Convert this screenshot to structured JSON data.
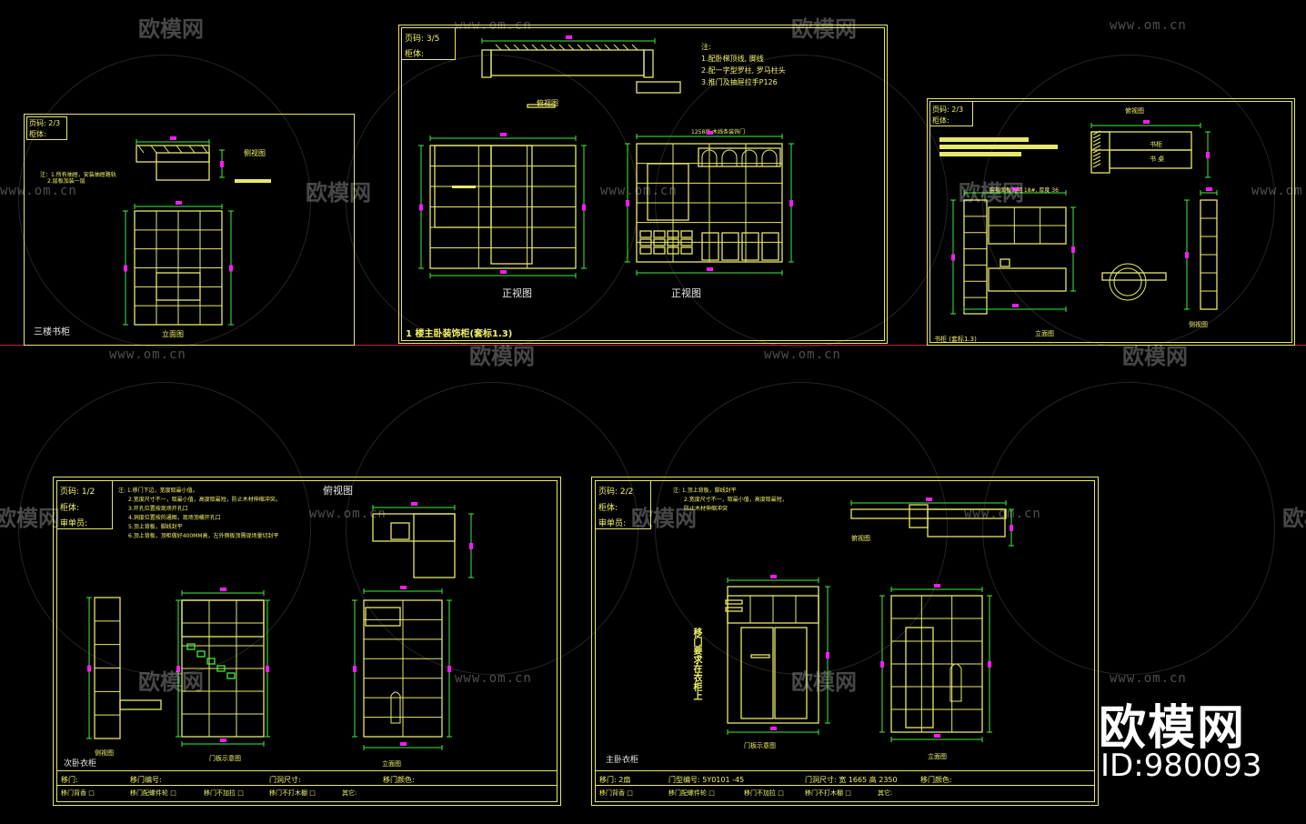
{
  "watermark": {
    "brand": "欧模网",
    "url": "www.om.cn"
  },
  "id_badge": {
    "logo": "欧模网",
    "id": "ID:980093"
  },
  "sheets": {
    "s1": {
      "page": "页码: 2/3",
      "material": "柜体:",
      "note1": "注：1.所有抽屉，安装抽屉路轨",
      "note2": "2.层板加装一层",
      "side_label": "侧视图",
      "front_label": "立面图",
      "title": "三楼书柜"
    },
    "s2": {
      "page": "页码: 3/5",
      "material": "柜体:",
      "notes": [
        "注:",
        "1.配卧梯顶线, 脚线",
        "2.配一字型罗柱, 罗马柱头",
        "3.推门及抽屉拉手P126"
      ],
      "top_label": "俯视图",
      "dim_note": "1258高 木线条装饰门",
      "front1": "正视图",
      "front2": "正视图",
      "title": "1 楼主卧装饰柜(套标1.3)"
    },
    "s3": {
      "page": "页码: 2/3",
      "material": "柜体:",
      "top_label": "俯视图",
      "text1": "书柜",
      "text2": "书 桌",
      "mid_note": "套板面板说明 18#, 厚度 36",
      "side_label": "侧视图",
      "front_label": "立面图",
      "title": "书柜 (套标1.3)"
    },
    "s4": {
      "page": "页码: 1/2",
      "material": "柜体:",
      "reviewer": "审单员:",
      "heading": "俯视图",
      "notes": [
        "注: 1.移门下边，宽度取最小值。",
        "2.宽度尺寸不一，取最小值，高度取最短，防止木材伸缩冲突。",
        "3.开孔位置按现场开孔口",
        "4.洞度位置按的通图，现场顶横开孔口",
        "5.顶上背板，脚线封平",
        "6.顶上背板，顶柜做好400MM高，左外侧板顶需现场量切封平"
      ],
      "side_label": "侧视图",
      "door_label": "门板示意图",
      "front_label": "立面图",
      "caption": "次卧衣柜",
      "footer": {
        "r1": [
          "移门:",
          "移门编号:",
          "门洞尺寸:",
          "移门颜色:"
        ],
        "r2": [
          "移门背香 □",
          "移门配螺件轮 □",
          "移门不加拉 □",
          "移门不打木棚 □",
          "其它:"
        ]
      }
    },
    "s5": {
      "page": "页码: 2/2",
      "material": "柜体:",
      "reviewer": "审单员:",
      "notes": [
        "注: 1.顶上背板，脚线封平",
        "2.宽度尺寸不一，取最小值，高度取最短，",
        "防止木材伸缩冲突"
      ],
      "top_label": "俯视图",
      "vertical": "移门要求在衣柜上",
      "door_label": "门板示意图",
      "front_label": "立面图",
      "caption": "主卧衣柜",
      "footer": {
        "r1": [
          "移门: 2扇",
          "门型编号: 5Y0101 -45",
          "门洞尺寸: 宽 1665  高 2350",
          "移门颜色:"
        ],
        "r2": [
          "移门背香 □",
          "移门配螺件轮 □",
          "移门不加拉 □",
          "移门不打木棚 □",
          "其它:"
        ]
      }
    }
  },
  "colors": {
    "background": "#000000",
    "line": "#e8e86a",
    "dim": "#3cf03c",
    "accent": "#ff18ff",
    "red": "#c4213b"
  }
}
